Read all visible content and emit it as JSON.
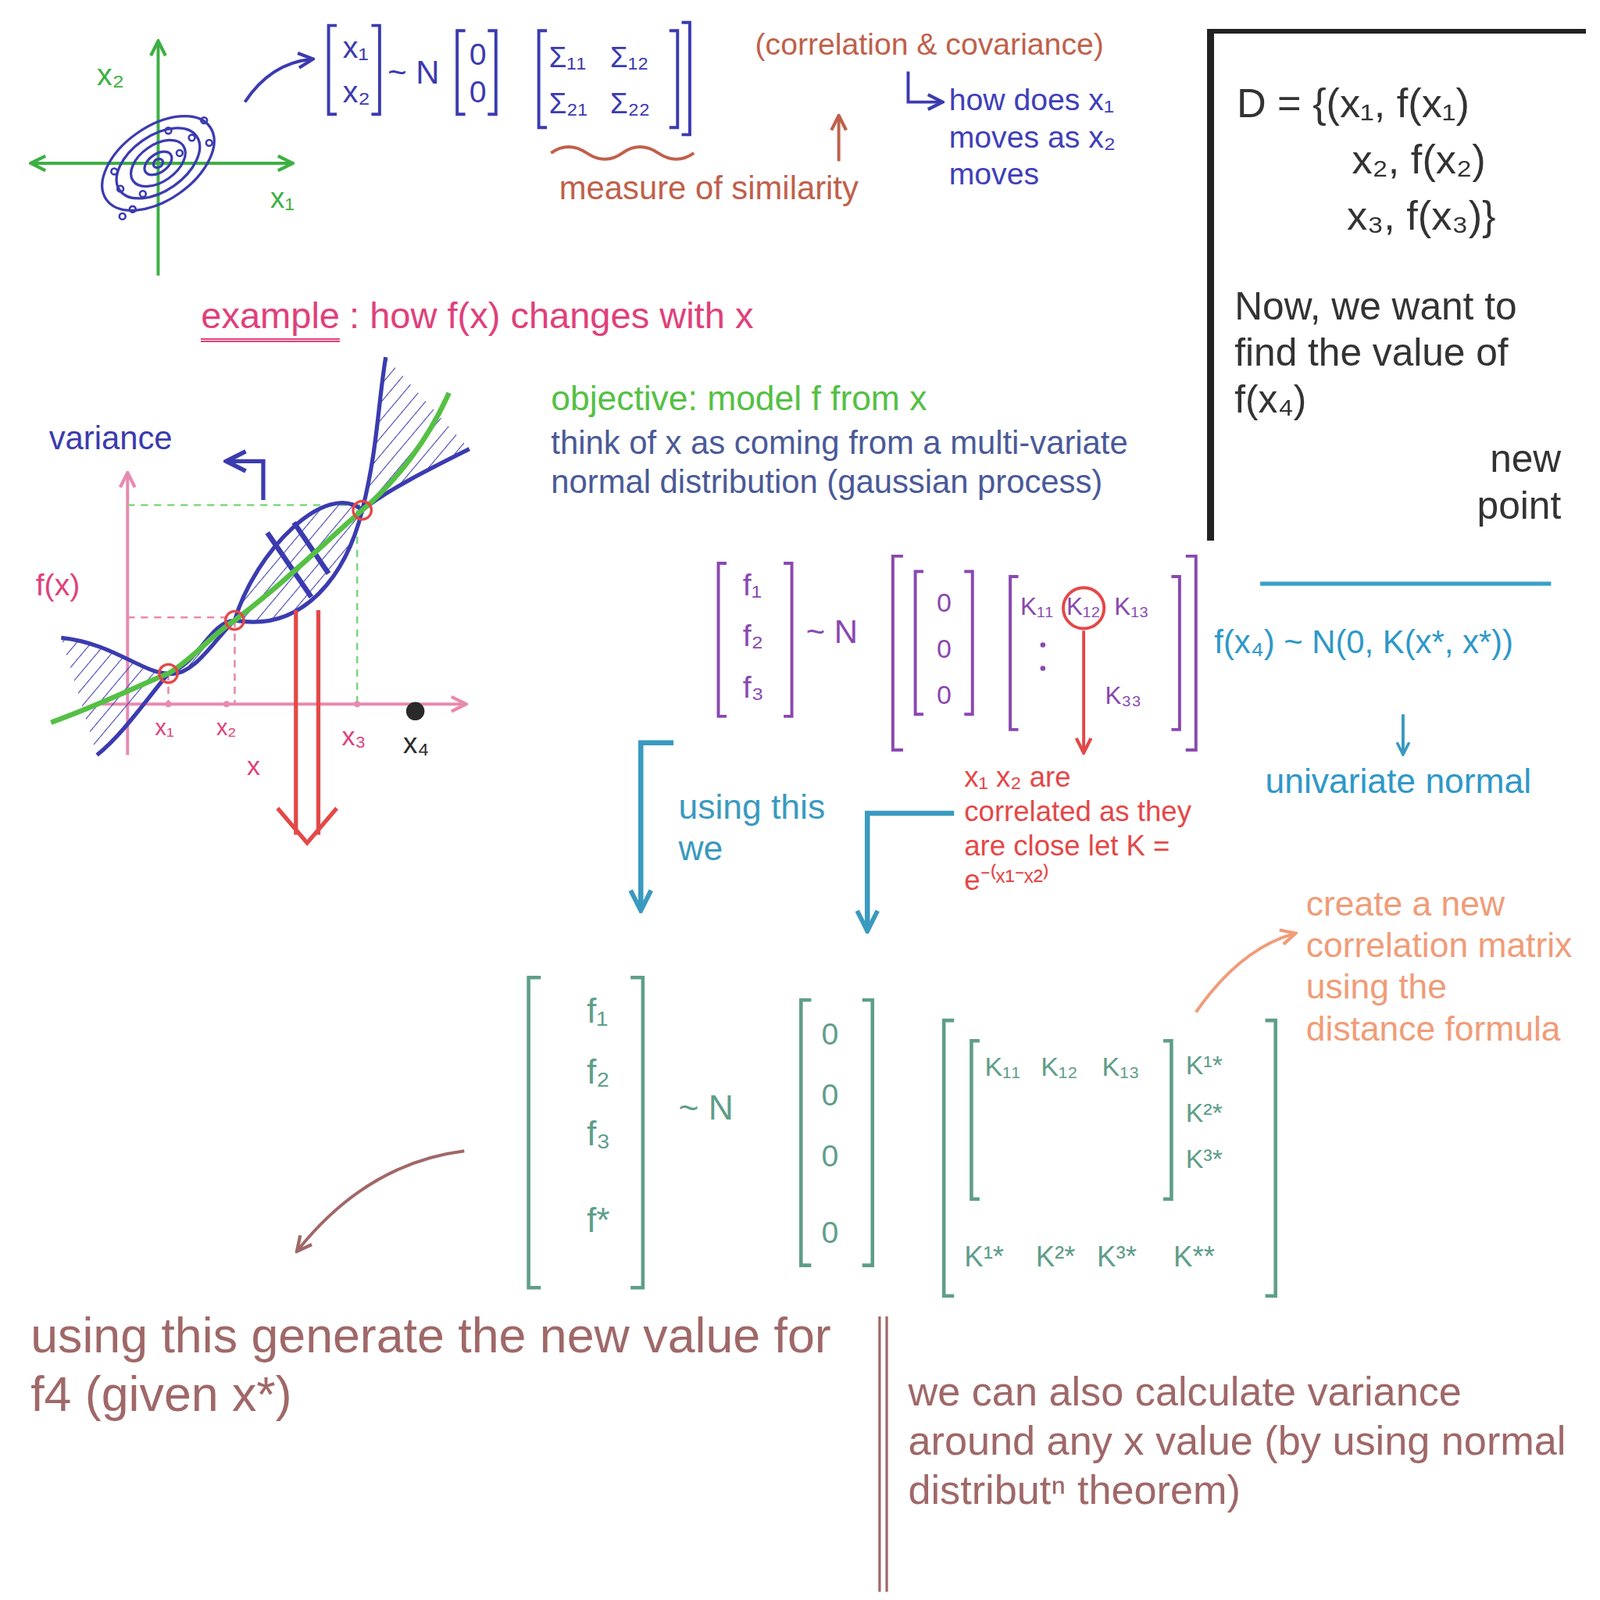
{
  "diagram": {
    "nodes": [
      {
        "text": [
          "D = {(x₁, f(x₁)",
          "x₂, f(x₂)",
          "x₃, f(x₃)}",
          "Now, we want to find the value of f(x₄)",
          "new point"
        ]
      }
    ],
    "labels": [
      "x₂",
      "x₁",
      "x₁",
      "x₂",
      "~ N",
      "0",
      "0",
      "Σ₁₁",
      "Σ₁₂",
      "Σ₂₁",
      "Σ₂₂",
      "(correlation & covariance)",
      "how does x₁ moves as x₂ moves",
      "measure of similarity",
      "example",
      ": how f(x) changes with x",
      "variance",
      "f(x)",
      "x₁",
      "x₂",
      "x₃",
      "x₄",
      "x",
      "objective: model f from x",
      "think of x as coming from a multi-variate normal distribution (gaussian process)",
      "f₁",
      "f₂",
      "f₃",
      "~ N",
      "0",
      "0",
      "0",
      "K₁₁",
      "K₁₂",
      "K₁₃",
      "K₃₃",
      "x₁ x₂ are correlated as they are close let K = e⁻⁽ˣ¹⁻ˣ²⁾",
      "using this we",
      "create a new correlation matrix using the distance formula",
      "f₁",
      "f₂",
      "f₃",
      "f*",
      "~ N",
      "0",
      "0",
      "0",
      "0",
      "K₁₁",
      "K₁₂",
      "K₁₃",
      "K¹*",
      "K²*",
      "K³*",
      "K¹*",
      "K²*",
      "K³*",
      "K**",
      "using this generate the new value for f4 (given x*)",
      "we can also calculate variance around any x value (by using normal distributⁿ theorem)",
      "f(x₄) ~ N(0, K(x*, x*))",
      "univariate normal"
    ]
  }
}
